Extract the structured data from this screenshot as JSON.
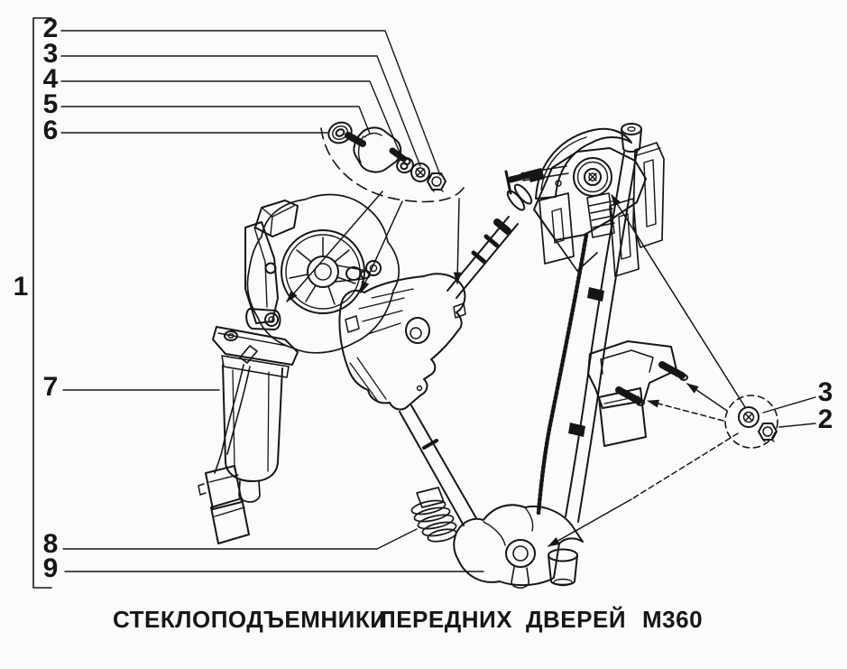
{
  "colors": {
    "ink": "#161616",
    "background": "#fbfbfb"
  },
  "caption": {
    "words": [
      "СТЕКЛОПОДЪЕМНИКИ",
      "ПЕРЕДНИХ",
      "ДВЕРЕЙ",
      "М360"
    ]
  },
  "callouts": {
    "left_top": [
      "2",
      "3",
      "4",
      "5",
      "6"
    ],
    "assembly": "1",
    "motor": "7",
    "bellows": "8",
    "bottom_bracket": "9",
    "right_washer": "3",
    "right_nut": "2"
  }
}
